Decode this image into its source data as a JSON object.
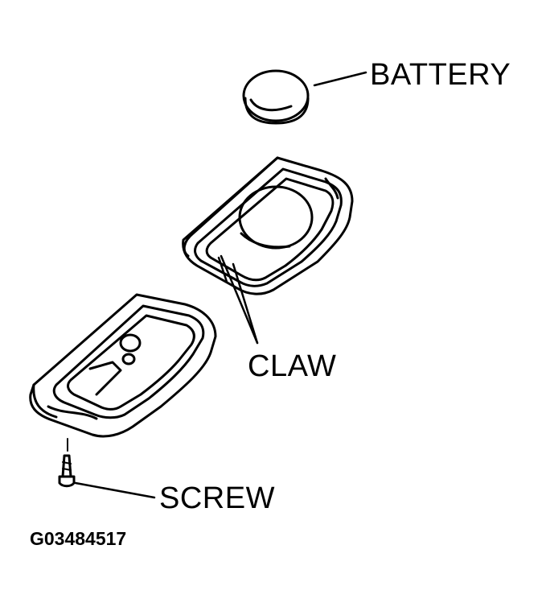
{
  "diagram": {
    "labels": {
      "battery": "BATTERY",
      "claw": "CLAW",
      "screw": "SCREW"
    },
    "figure_code": "G03484517",
    "colors": {
      "ink": "#000000",
      "background": "#ffffff"
    }
  }
}
